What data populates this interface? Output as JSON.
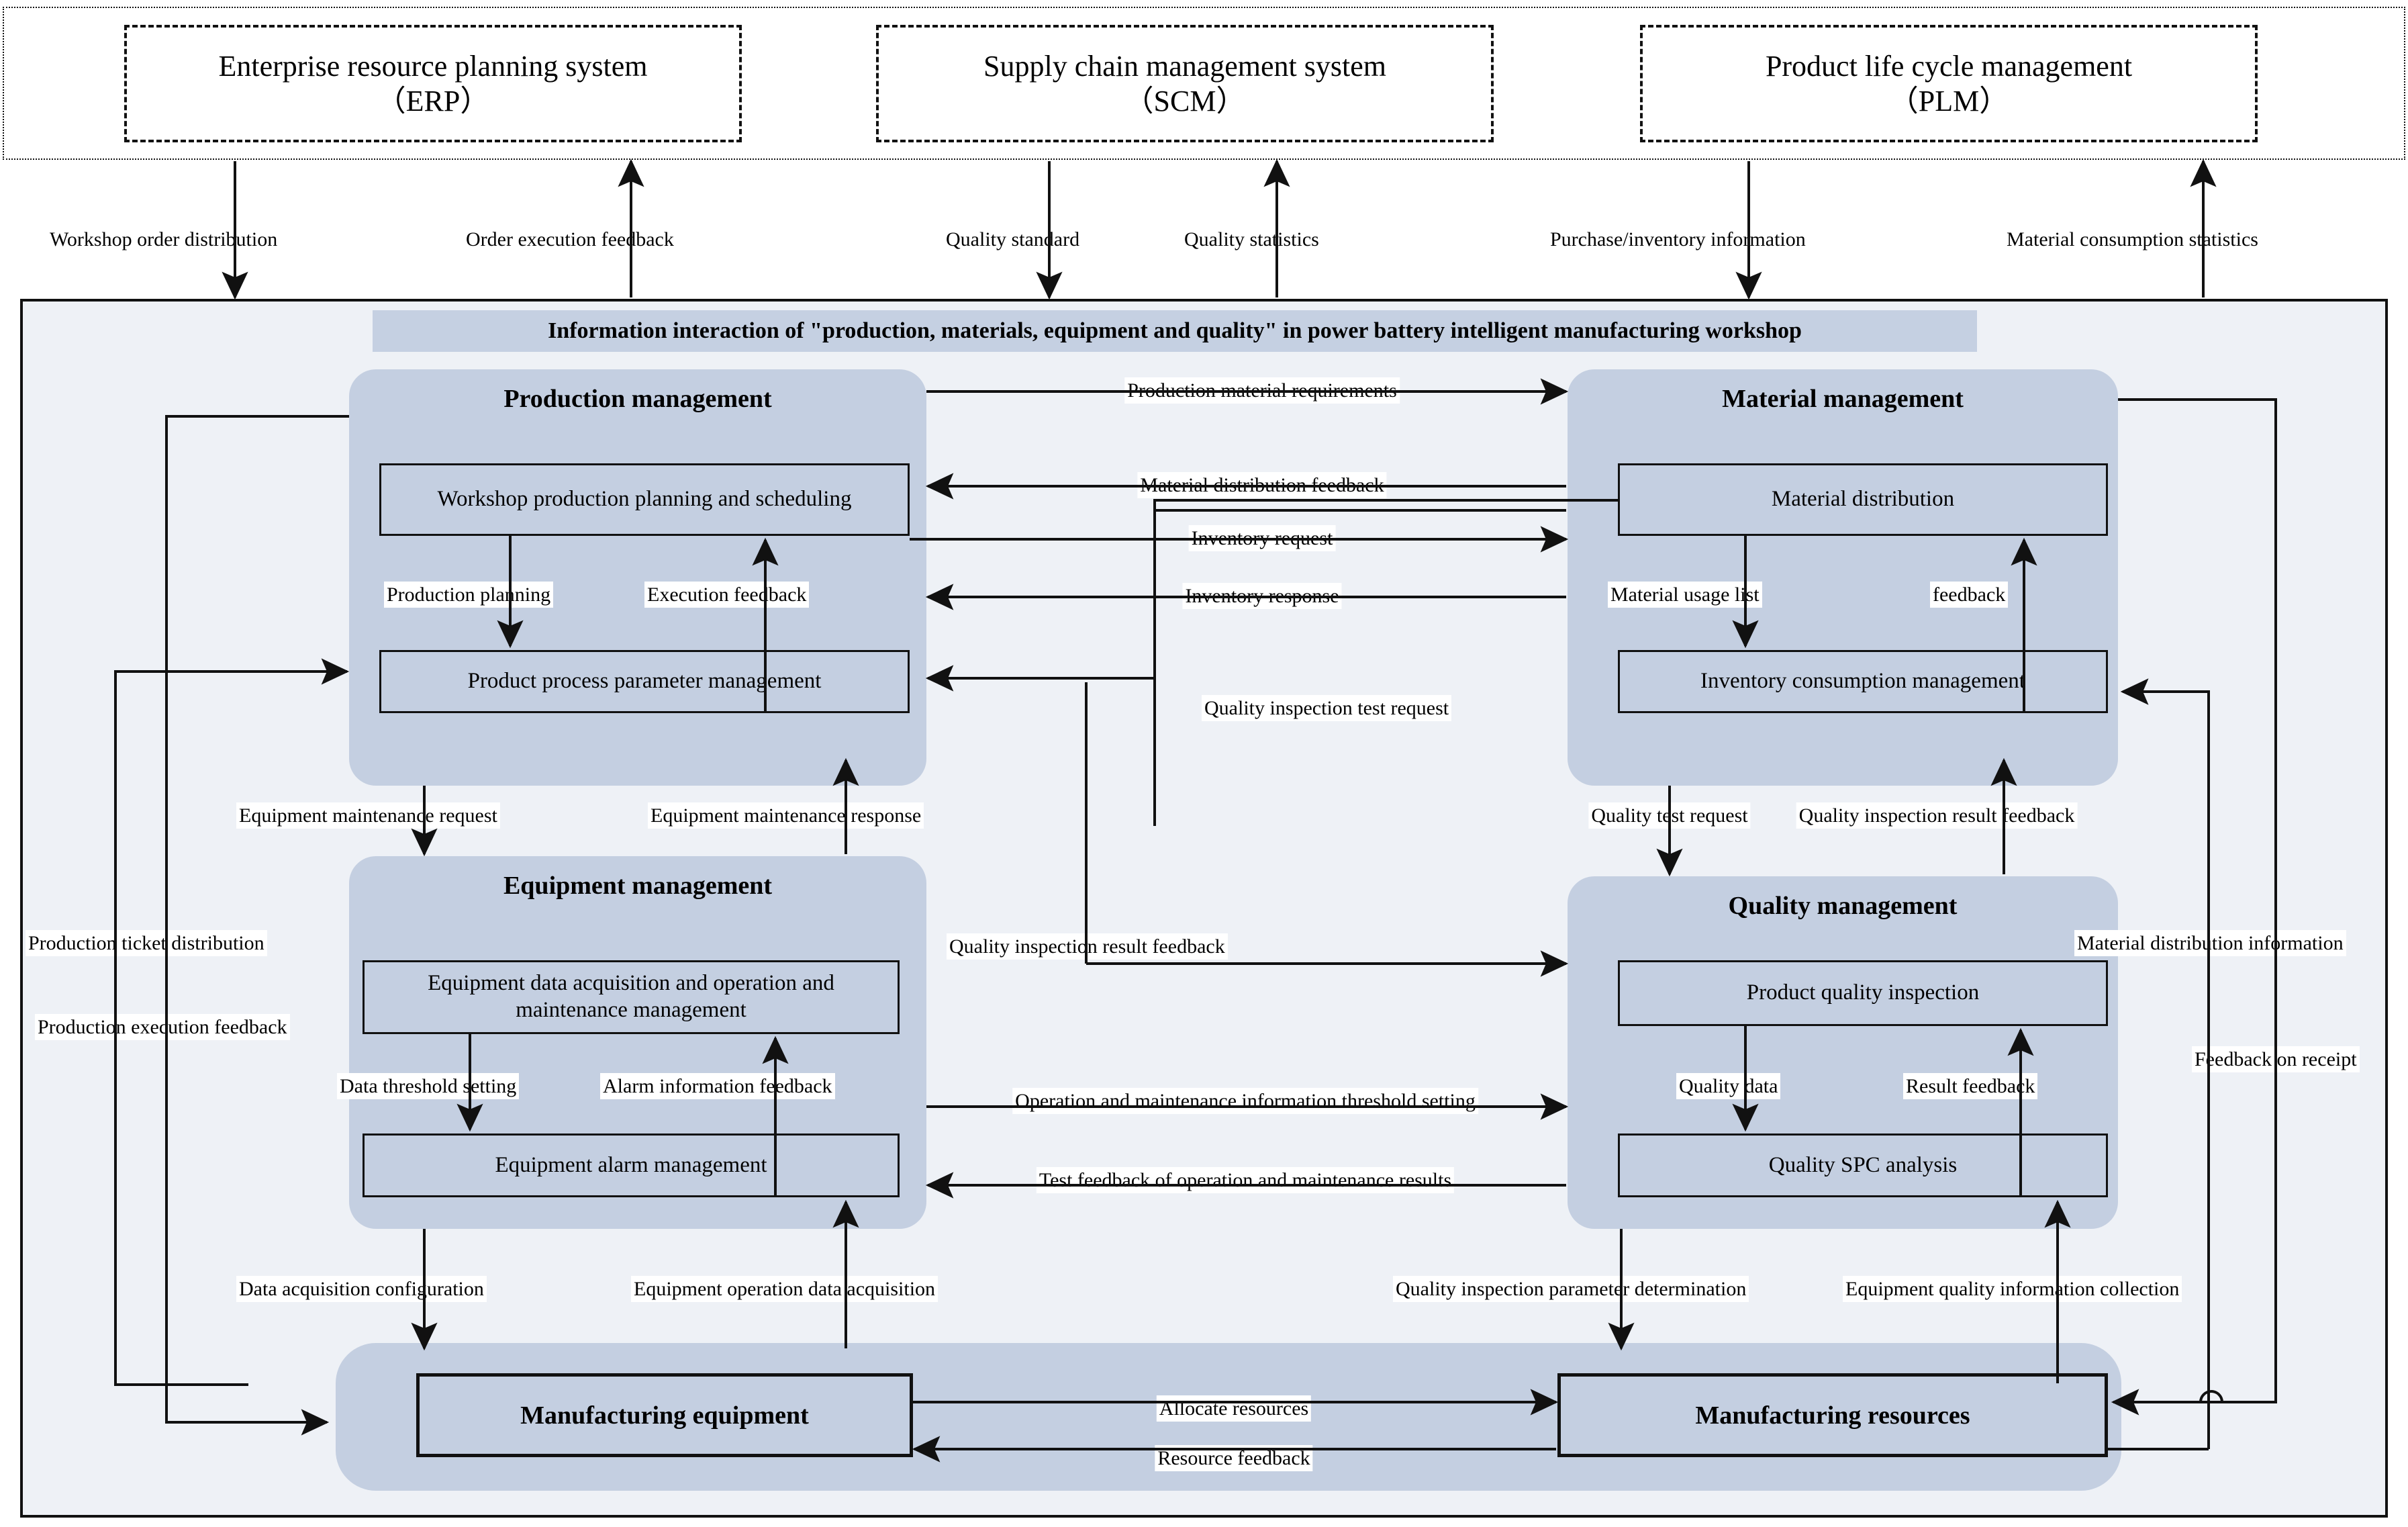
{
  "external_systems": [
    {
      "name": "erp",
      "line1": "Enterprise resource planning system",
      "line2": "（ERP）"
    },
    {
      "name": "scm",
      "line1": "Supply chain management system",
      "line2": "（SCM）"
    },
    {
      "name": "plm",
      "line1": "Product life cycle management",
      "line2": "（PLM）"
    }
  ],
  "external_flows": [
    {
      "name": "workshop-order-distribution",
      "label": "Workshop order distribution"
    },
    {
      "name": "order-execution-feedback",
      "label": "Order execution feedback"
    },
    {
      "name": "quality-standard",
      "label": "Quality standard"
    },
    {
      "name": "quality-statistics",
      "label": "Quality statistics"
    },
    {
      "name": "purchase-inventory-information",
      "label": "Purchase/inventory information"
    },
    {
      "name": "material-consumption-statistics",
      "label": "Material consumption statistics"
    }
  ],
  "workshop": {
    "banner": "Information interaction of \"production, materials, equipment and quality\" in power battery intelligent manufacturing workshop",
    "modules": {
      "production": {
        "title": "Production management",
        "box_top": "Workshop production planning and scheduling",
        "box_bottom": "Product process parameter management",
        "label_down": "Production planning",
        "label_up": "Execution feedback"
      },
      "material": {
        "title": "Material management",
        "box_top": "Material distribution",
        "box_bottom": "Inventory consumption management",
        "label_down": "Material usage list",
        "label_up": "feedback"
      },
      "equipment": {
        "title": "Equipment management",
        "box_top": "Equipment data acquisition and operation and maintenance management",
        "box_bottom": "Equipment alarm management",
        "label_down": "Data threshold setting",
        "label_up": "Alarm information feedback"
      },
      "quality": {
        "title": "Quality management",
        "box_top": "Product quality inspection",
        "box_bottom": "Quality SPC analysis",
        "label_down": "Quality data",
        "label_up": "Result feedback"
      }
    },
    "resources": {
      "manufacturing_equipment": "Manufacturing equipment",
      "manufacturing_resources": "Manufacturing resources"
    },
    "flows": [
      {
        "name": "production-material-requirements",
        "label": "Production material requirements"
      },
      {
        "name": "material-distribution-feedback",
        "label": "Material distribution feedback"
      },
      {
        "name": "inventory-request",
        "label": "Inventory request"
      },
      {
        "name": "inventory-response",
        "label": "Inventory response"
      },
      {
        "name": "equipment-maintenance-request",
        "label": "Equipment maintenance request"
      },
      {
        "name": "equipment-maintenance-response",
        "label": "Equipment maintenance response"
      },
      {
        "name": "quality-inspection-test-request",
        "label": "Quality inspection test request"
      },
      {
        "name": "quality-inspection-result-feedback-left",
        "label": "Quality inspection result feedback"
      },
      {
        "name": "quality-test-request",
        "label": "Quality test request"
      },
      {
        "name": "quality-inspection-result-feedback-right",
        "label": "Quality inspection result feedback"
      },
      {
        "name": "operation-maintenance-threshold-setting",
        "label": "Operation and maintenance information threshold setting"
      },
      {
        "name": "test-feedback-operation-maintenance-results",
        "label": "Test feedback of operation and maintenance results"
      },
      {
        "name": "data-acquisition-configuration",
        "label": "Data acquisition configuration"
      },
      {
        "name": "equipment-operation-data-acquisition",
        "label": "Equipment operation data acquisition"
      },
      {
        "name": "quality-inspection-parameter-determination",
        "label": "Quality inspection parameter determination"
      },
      {
        "name": "equipment-quality-information-collection",
        "label": "Equipment quality information collection"
      },
      {
        "name": "allocate-resources",
        "label": "Allocate resources"
      },
      {
        "name": "resource-feedback",
        "label": "Resource feedback"
      },
      {
        "name": "production-ticket-distribution",
        "label": "Production ticket distribution"
      },
      {
        "name": "production-execution-feedback",
        "label": "Production execution feedback"
      },
      {
        "name": "material-distribution-information",
        "label": "Material distribution information"
      },
      {
        "name": "feedback-on-receipt",
        "label": "Feedback on receipt"
      }
    ]
  },
  "colors": {
    "panel_bg": "#eef1f6",
    "module_bg": "#c4cfe1",
    "banner_bg": "#c5d0e2",
    "line": "#111111"
  }
}
